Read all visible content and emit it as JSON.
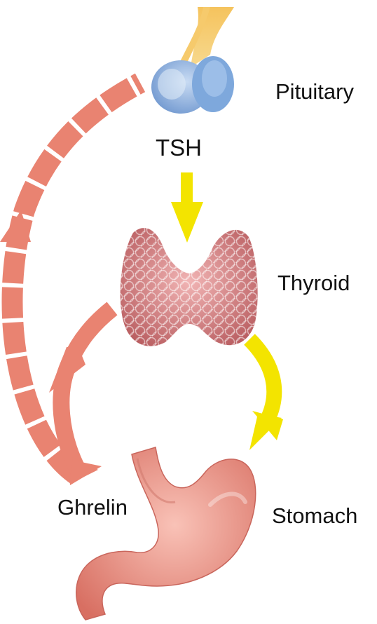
{
  "labels": {
    "pituitary": "Pituitary",
    "tsh": "TSH",
    "thyroid": "Thyroid",
    "ghrelin": "Ghrelin",
    "stomach": "Stomach"
  },
  "colors": {
    "feedback_arrow": "#e98371",
    "hormone_arrow": "#f3e400",
    "pituitary_gland": "#8fb2de",
    "pituitary_stalk": "#f2c060",
    "thyroid_tissue": "#d9797a",
    "stomach": "#ef9a8a"
  },
  "icons": {
    "pituitary": "pituitary-gland-illustration",
    "thyroid": "thyroid-gland-illustration",
    "stomach": "stomach-illustration"
  }
}
